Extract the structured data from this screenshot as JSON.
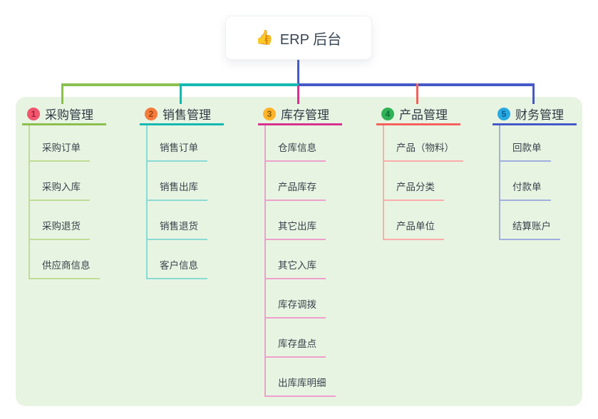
{
  "root": {
    "emoji": "👍",
    "label": "ERP 后台"
  },
  "colors": {
    "page_bg": "#ffffff",
    "panel_bg": "#e8f4e2",
    "card_bg": "#ffffff",
    "root_line": "#4659c8",
    "title_text": "#2f3a45",
    "child_text": "#3a434d"
  },
  "branches": [
    {
      "badge": "1",
      "title": "采购管理",
      "line_color": "#8bbf4f",
      "child_line_color": "#bedd96",
      "badge_bg": "#f1566c",
      "badge_text": "#9e2140",
      "children": [
        "采购订单",
        "采购入库",
        "采购退货",
        "供应商信息"
      ]
    },
    {
      "badge": "2",
      "title": "销售管理",
      "line_color": "#14b8b1",
      "child_line_color": "#8adbd5",
      "badge_bg": "#f47b3c",
      "badge_text": "#9c4210",
      "children": [
        "销售订单",
        "销售出库",
        "销售退货",
        "客户信息"
      ]
    },
    {
      "badge": "3",
      "title": "库存管理",
      "line_color": "#d8318f",
      "child_line_color": "#eda0cd",
      "badge_bg": "#ffb32a",
      "badge_text": "#8a5c00",
      "children": [
        "仓库信息",
        "产品库存",
        "其它出库",
        "其它入库",
        "库存调拨",
        "库存盘点",
        "出库库明细"
      ]
    },
    {
      "badge": "4",
      "title": "产品管理",
      "line_color": "#f7605c",
      "child_line_color": "#fbadaa",
      "badge_bg": "#2fb257",
      "badge_text": "#0c6e33",
      "children": [
        "产品（物料）",
        "产品分类",
        "产品单位"
      ]
    },
    {
      "badge": "5",
      "title": "财务管理",
      "line_color": "#4659c8",
      "child_line_color": "#9fb0de",
      "badge_bg": "#29a9e1",
      "badge_text": "#0b5f96",
      "children": [
        "回款单",
        "付款单",
        "结算账户"
      ]
    }
  ]
}
